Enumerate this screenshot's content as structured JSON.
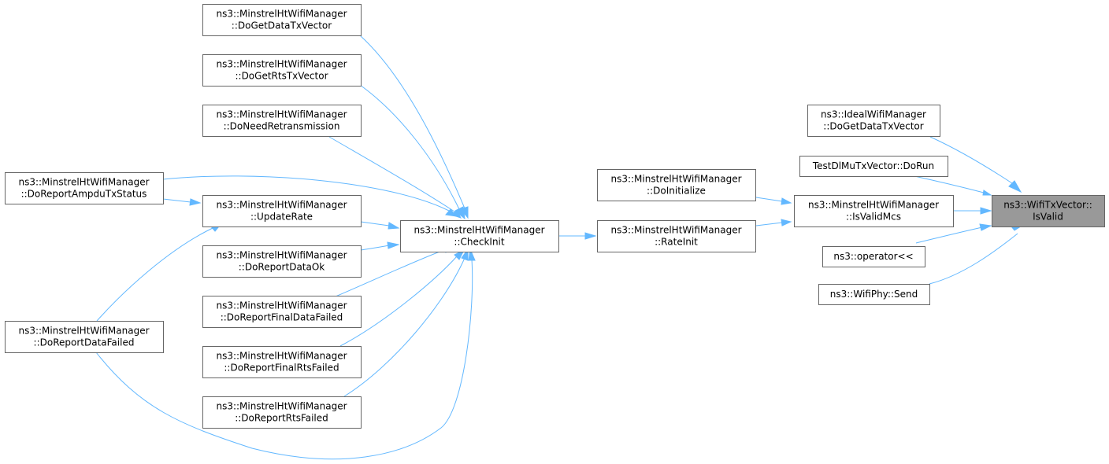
{
  "diagram": {
    "type": "call-graph",
    "colors": {
      "edge": "#63b8ff",
      "node_border": "#666666",
      "node_fill": "#ffffff",
      "highlight_fill": "#999999"
    },
    "nodes": {
      "iswifivalid": {
        "lines": [
          "ns3::WifiTxVector::",
          "IsValid"
        ],
        "highlight": true
      },
      "ideal_dogetdata": {
        "lines": [
          "ns3::IdealWifiManager",
          "::DoGetDataTxVector"
        ]
      },
      "testdlmu": {
        "lines": [
          "TestDlMuTxVector::DoRun"
        ]
      },
      "isvalidmcs": {
        "lines": [
          "ns3::MinstrelHtWifiManager",
          "::IsValidMcs"
        ]
      },
      "operator_lshift": {
        "lines": [
          "ns3::operator<<"
        ]
      },
      "wifiphy_send": {
        "lines": [
          "ns3::WifiPhy::Send"
        ]
      },
      "doinitialize": {
        "lines": [
          "ns3::MinstrelHtWifiManager",
          "::DoInitialize"
        ]
      },
      "rateinit": {
        "lines": [
          "ns3::MinstrelHtWifiManager",
          "::RateInit"
        ]
      },
      "checkinit": {
        "lines": [
          "ns3::MinstrelHtWifiManager",
          "::CheckInit"
        ]
      },
      "dogetdatatx": {
        "lines": [
          "ns3::MinstrelHtWifiManager",
          "::DoGetDataTxVector"
        ]
      },
      "dogetrtstx": {
        "lines": [
          "ns3::MinstrelHtWifiManager",
          "::DoGetRtsTxVector"
        ]
      },
      "doneedretx": {
        "lines": [
          "ns3::MinstrelHtWifiManager",
          "::DoNeedRetransmission"
        ]
      },
      "updaterate": {
        "lines": [
          "ns3::MinstrelHtWifiManager",
          "::UpdateRate"
        ]
      },
      "doreportdataok": {
        "lines": [
          "ns3::MinstrelHtWifiManager",
          "::DoReportDataOk"
        ]
      },
      "doreportfinaldata": {
        "lines": [
          "ns3::MinstrelHtWifiManager",
          "::DoReportFinalDataFailed"
        ]
      },
      "doreportfinalrts": {
        "lines": [
          "ns3::MinstrelHtWifiManager",
          "::DoReportFinalRtsFailed"
        ]
      },
      "doreportrts": {
        "lines": [
          "ns3::MinstrelHtWifiManager",
          "::DoReportRtsFailed"
        ]
      },
      "doreportampdu": {
        "lines": [
          "ns3::MinstrelHtWifiManager",
          "::DoReportAmpduTxStatus"
        ]
      },
      "doreportdatafailed": {
        "lines": [
          "ns3::MinstrelHtWifiManager",
          "::DoReportDataFailed"
        ]
      }
    },
    "edges": [
      {
        "from": "ideal_dogetdata",
        "to": "iswifivalid"
      },
      {
        "from": "testdlmu",
        "to": "iswifivalid"
      },
      {
        "from": "isvalidmcs",
        "to": "iswifivalid"
      },
      {
        "from": "operator_lshift",
        "to": "iswifivalid"
      },
      {
        "from": "wifiphy_send",
        "to": "iswifivalid"
      },
      {
        "from": "doinitialize",
        "to": "isvalidmcs"
      },
      {
        "from": "rateinit",
        "to": "isvalidmcs"
      },
      {
        "from": "checkinit",
        "to": "rateinit"
      },
      {
        "from": "dogetdatatx",
        "to": "checkinit"
      },
      {
        "from": "dogetrtstx",
        "to": "checkinit"
      },
      {
        "from": "doneedretx",
        "to": "checkinit"
      },
      {
        "from": "doreportampdu",
        "to": "checkinit"
      },
      {
        "from": "updaterate",
        "to": "checkinit"
      },
      {
        "from": "doreportdataok",
        "to": "checkinit"
      },
      {
        "from": "doreportfinaldata",
        "to": "checkinit"
      },
      {
        "from": "doreportfinalrts",
        "to": "checkinit"
      },
      {
        "from": "doreportrts",
        "to": "checkinit"
      },
      {
        "from": "doreportdatafailed",
        "to": "checkinit"
      },
      {
        "from": "doreportampdu",
        "to": "updaterate"
      },
      {
        "from": "doreportdatafailed",
        "to": "updaterate"
      }
    ]
  }
}
